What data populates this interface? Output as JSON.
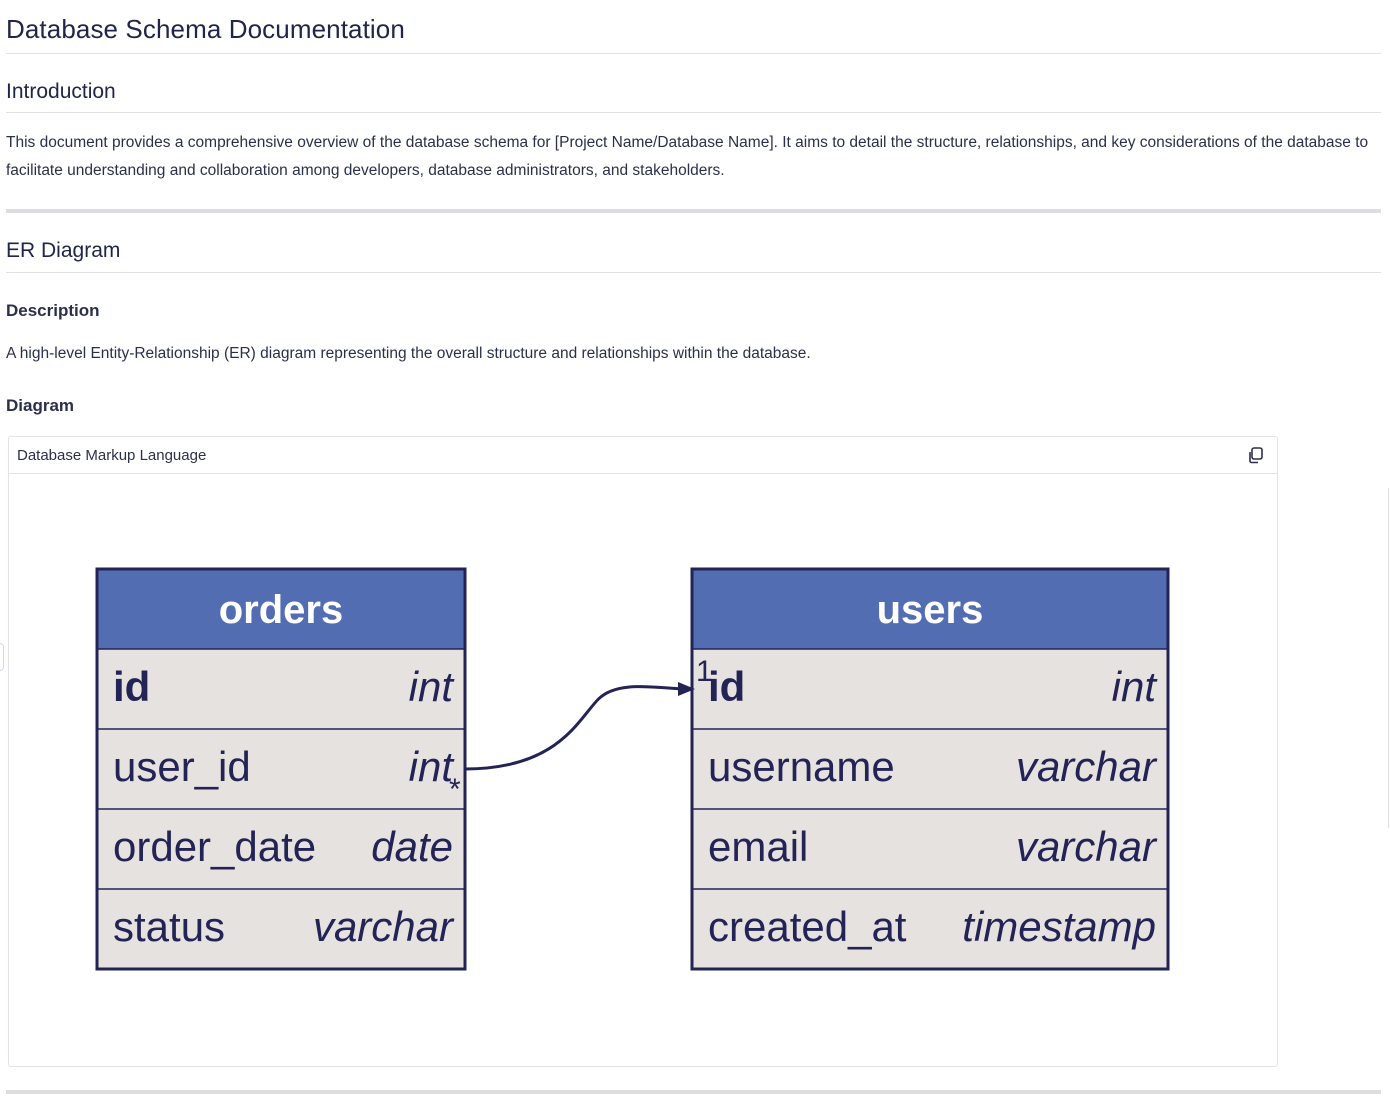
{
  "page": {
    "title": "Database Schema Documentation"
  },
  "introduction": {
    "heading": "Introduction",
    "text": "This document provides a comprehensive overview of the database schema for [Project Name/Database Name]. It aims to detail the structure, relationships, and key considerations of the database to facilitate understanding and collaboration among developers, database administrators, and stakeholders."
  },
  "er_diagram": {
    "heading": "ER Diagram",
    "description_heading": "Description",
    "description_text": "A high-level Entity-Relationship (ER) diagram representing the overall structure and relationships within the database.",
    "diagram_heading": "Diagram",
    "code_block": {
      "language_label": "Database Markup Language",
      "copy_icon": "copy-icon"
    },
    "tables": [
      {
        "name": "orders",
        "columns": [
          {
            "name": "id",
            "type": "int",
            "primary": true
          },
          {
            "name": "user_id",
            "type": "int",
            "primary": false
          },
          {
            "name": "order_date",
            "type": "date",
            "primary": false
          },
          {
            "name": "status",
            "type": "varchar",
            "primary": false
          }
        ]
      },
      {
        "name": "users",
        "columns": [
          {
            "name": "id",
            "type": "int",
            "primary": true
          },
          {
            "name": "username",
            "type": "varchar",
            "primary": false
          },
          {
            "name": "email",
            "type": "varchar",
            "primary": false
          },
          {
            "name": "created_at",
            "type": "timestamp",
            "primary": false
          }
        ]
      }
    ],
    "relationship": {
      "from_table": "orders",
      "from_column": "user_id",
      "from_cardinality": "*",
      "to_table": "users",
      "to_column": "id",
      "to_cardinality": "1"
    },
    "colors": {
      "header_fill": "#536db3",
      "row_fill": "#e6e2df",
      "border": "#242356",
      "text": "#242356"
    }
  }
}
